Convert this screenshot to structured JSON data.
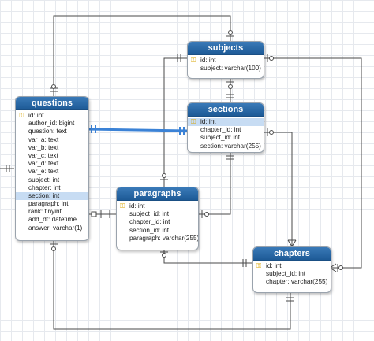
{
  "entities": {
    "questions": {
      "title": "questions",
      "fields": [
        {
          "text": "id: int",
          "key": true
        },
        {
          "text": "author_id: bigint"
        },
        {
          "text": "question: text"
        },
        {
          "text": "var_a: text"
        },
        {
          "text": "var_b: text"
        },
        {
          "text": "var_c: text"
        },
        {
          "text": "var_d: text"
        },
        {
          "text": "var_e: text"
        },
        {
          "text": "subject: int"
        },
        {
          "text": "chapter: int"
        },
        {
          "text": "section: int",
          "selected": true
        },
        {
          "text": "paragraph: int"
        },
        {
          "text": "rank: tinyint"
        },
        {
          "text": "add_dt: datetime"
        },
        {
          "text": "answer: varchar(1)"
        }
      ]
    },
    "subjects": {
      "title": "subjects",
      "fields": [
        {
          "text": "id: int",
          "key": true
        },
        {
          "text": "subject: varchar(100)"
        }
      ]
    },
    "sections": {
      "title": "sections",
      "fields": [
        {
          "text": "id: int",
          "key": true,
          "selected": true
        },
        {
          "text": "chapter_id: int"
        },
        {
          "text": "subject_id: int"
        },
        {
          "text": "section: varchar(255)"
        }
      ]
    },
    "paragraphs": {
      "title": "paragraphs",
      "fields": [
        {
          "text": "id: int",
          "key": true
        },
        {
          "text": "subject_id: int"
        },
        {
          "text": "chapter_id: int"
        },
        {
          "text": "section_id: int"
        },
        {
          "text": "paragraph: varchar(255)"
        }
      ]
    },
    "chapters": {
      "title": "chapters",
      "fields": [
        {
          "text": "id: int",
          "key": true
        },
        {
          "text": "subject_id: int"
        },
        {
          "text": "chapter: varchar(255)"
        }
      ]
    }
  },
  "colors": {
    "header": "#1d5a96",
    "highlight_row": "#c7dcf3",
    "connector": "#4a4a4a",
    "selected_connector": "#3b82d6",
    "key": "#d9a400"
  }
}
